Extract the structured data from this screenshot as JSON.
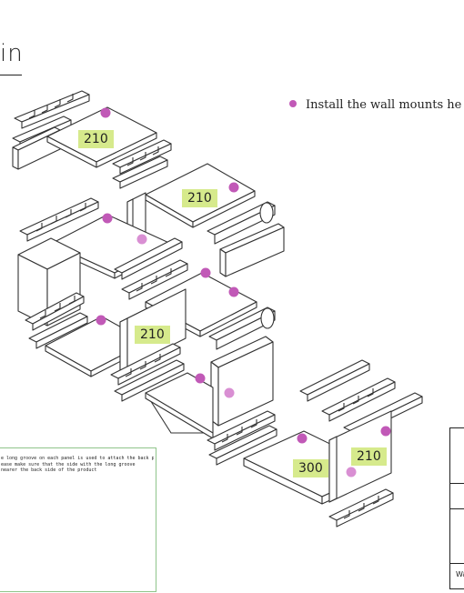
{
  "header": {
    "title": "in"
  },
  "note": {
    "text": "Install the wall mounts he"
  },
  "labels": {
    "l1": "210",
    "l2": "210",
    "l3": "210",
    "l4": "300",
    "l5": "210"
  },
  "inset": {
    "lines": [
      "e long groove on each panel is used to attach the back panels.",
      "ease make sure that the side with the long groove",
      "nearer the back side of the product"
    ]
  },
  "side_table": {
    "cell": "Wa"
  },
  "colors": {
    "mount_dot": "#c159b7",
    "mount_dot_light": "#d98fd3",
    "label_bg": "#d6ea8c",
    "inset_border": "#8fc48a"
  }
}
